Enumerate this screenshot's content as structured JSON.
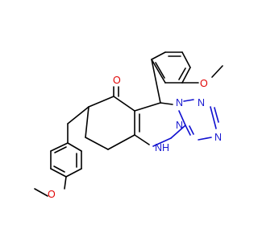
{
  "molecule": {
    "colors": {
      "bond": "#000000",
      "oxygen": "#e00000",
      "nitrogen": "#1818d0"
    },
    "atoms": {
      "o_methoxy_top": "O",
      "o_carbonyl": "O",
      "n_ring_top_1": "N",
      "n_ring_top_2": "N",
      "n_ring_right": "N",
      "n_ring_imine": "N",
      "nh_label": "H",
      "nh_n": "N",
      "o_methoxy_bottom": "O"
    }
  }
}
